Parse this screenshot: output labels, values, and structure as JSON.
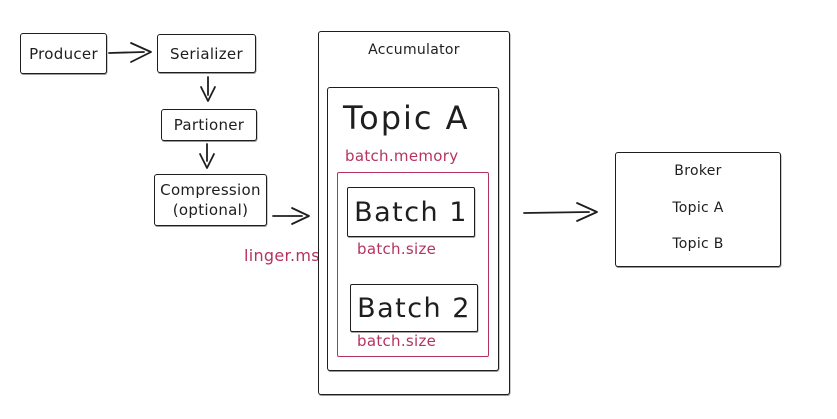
{
  "colors": {
    "stroke": "#1e1e1e",
    "accent": "#b5335c",
    "background": "#ffffff"
  },
  "pipeline": {
    "producer_label": "Producer",
    "serializer_label": "Serializer",
    "partioner_label": "Partioner",
    "compression_line1": "Compression",
    "compression_line2": "(optional)",
    "linger_label": "linger.ms"
  },
  "accumulator": {
    "title": "Accumulator",
    "topic": {
      "title": "Topic A",
      "memory_label": "batch.memory",
      "batches": [
        {
          "name": "Batch 1",
          "size_label": "batch.size"
        },
        {
          "name": "Batch 2",
          "size_label": "batch.size"
        }
      ]
    }
  },
  "broker": {
    "title": "Broker",
    "topics": [
      {
        "name": "Topic A"
      },
      {
        "name": "Topic B"
      }
    ]
  }
}
